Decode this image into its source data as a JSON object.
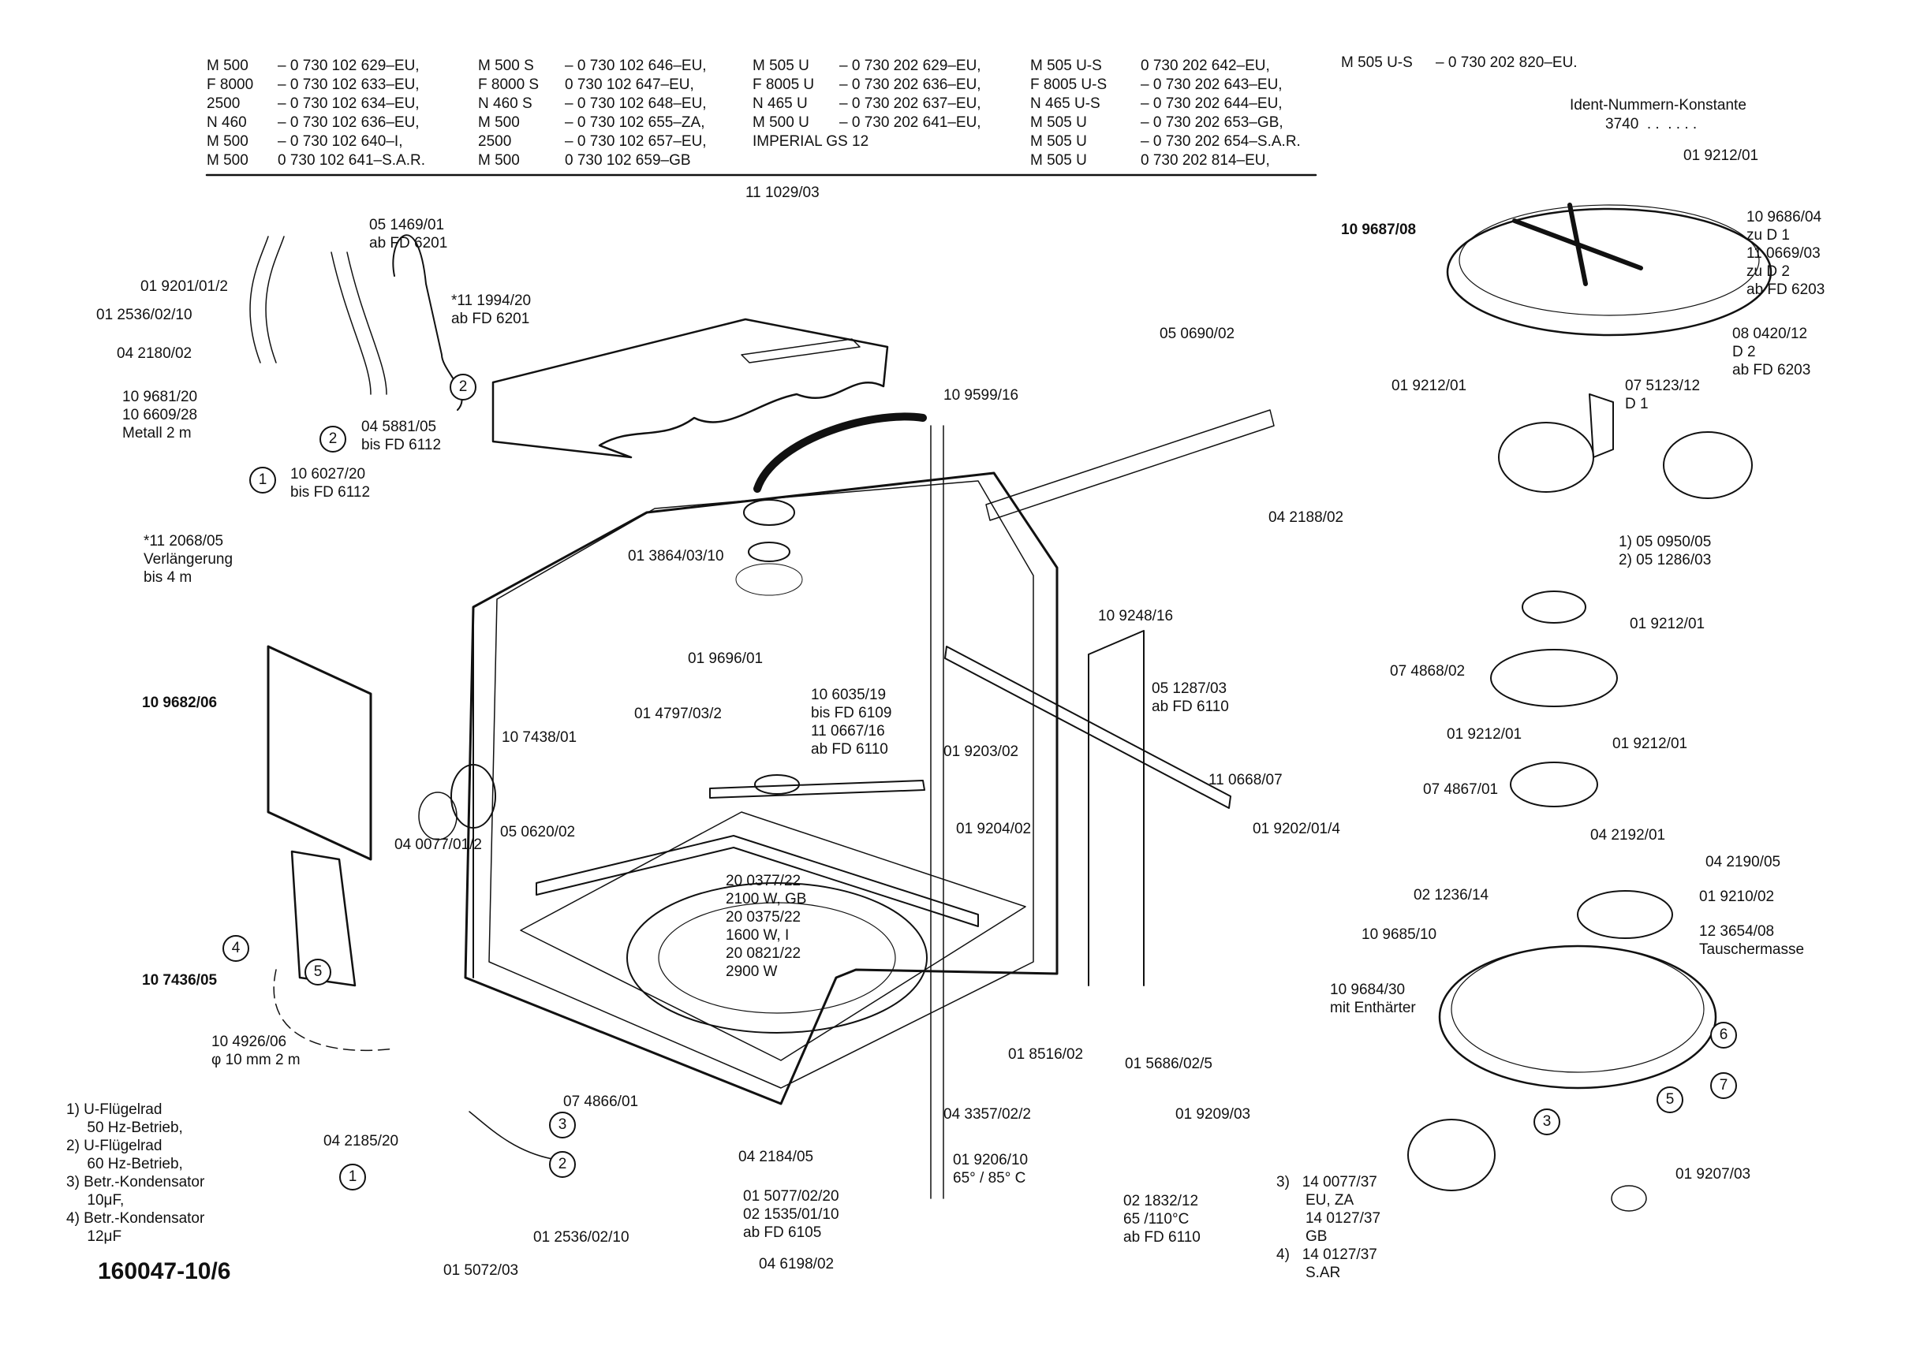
{
  "models": {
    "col1": [
      {
        "model": "M 500",
        "number": "– 0 730 102 629–EU,"
      },
      {
        "model": "F 8000",
        "number": "– 0 730 102 633–EU,"
      },
      {
        "model": "2500",
        "number": "– 0 730 102 634–EU,"
      },
      {
        "model": "N 460",
        "number": "– 0 730 102 636–EU,"
      },
      {
        "model": "M 500",
        "number": "– 0 730 102 640–I,"
      },
      {
        "model": "M 500",
        "number": "0 730 102 641–S.A.R."
      }
    ],
    "col2": [
      {
        "model": "M 500 S",
        "number": "– 0 730 102 646–EU,"
      },
      {
        "model": "F 8000 S",
        "number": "0 730 102 647–EU,"
      },
      {
        "model": "N 460 S",
        "number": "– 0 730 102 648–EU,"
      },
      {
        "model": "M 500",
        "number": "– 0 730 102 655–ZA,"
      },
      {
        "model": "2500",
        "number": "– 0 730 102 657–EU,"
      },
      {
        "model": "M 500",
        "number": "0 730 102 659–GB"
      }
    ],
    "col3": [
      {
        "model": "M 505 U",
        "number": "– 0 730 202 629–EU,"
      },
      {
        "model": "F 8005 U",
        "number": "– 0 730 202 636–EU,"
      },
      {
        "model": "N 465 U",
        "number": "– 0 730 202 637–EU,"
      },
      {
        "model": "M 500 U",
        "number": "– 0 730 202 641–EU,"
      },
      {
        "model": "IMPERIAL GS 12",
        "number": ""
      }
    ],
    "col4": [
      {
        "model": "M 505 U-S",
        "number": "0 730 202 642–EU,"
      },
      {
        "model": "F 8005 U-S",
        "number": "– 0 730 202 643–EU,"
      },
      {
        "model": "N 465 U-S",
        "number": "– 0 730 202 644–EU,"
      },
      {
        "model": "M 505 U",
        "number": "– 0 730 202 653–GB,"
      },
      {
        "model": "M 505 U",
        "number": "– 0 730 202 654–S.A.R."
      },
      {
        "model": "M 505 U",
        "number": "0 730 202 814–EU,"
      }
    ],
    "col5": [
      {
        "model": "M 505 U-S",
        "number": "– 0 730 202 820–EU."
      }
    ]
  },
  "ident": {
    "title": "Ident-Nummern-Konstante",
    "value": "3740  . .  . . . ."
  },
  "labels": {
    "l01": "11 1029/03",
    "l02": "05 1469/01\nab FD 6201",
    "l03": "01 9201/01/2",
    "l04": "01 2536/02/10",
    "l05": "04 2180/02",
    "l06": "*11 1994/20\nab FD 6201",
    "l07": "10 9681/20\n10 6609/28\nMetall 2 m",
    "l08": "04 5881/05\nbis FD 6112",
    "l09": "10 6027/20\nbis FD 6112",
    "l10": "*11 2068/05\nVerlängerung\nbis 4 m",
    "l11": "05 0690/02",
    "l12": "10 9599/16",
    "l13": "01 3864/03/10",
    "l14": "04 2188/02",
    "l15": "10 9248/16",
    "l16": "01 9696/01",
    "l17": "10 6035/19\nbis FD 6109\n11 0667/16\nab FD 6110",
    "l18": "01 4797/03/2",
    "l19": "05 1287/03\nab FD 6110",
    "l20": "01 9203/02",
    "l21": "10 9682/06",
    "l22": "10 7438/01",
    "l23": "11 0668/07",
    "l24": "01 9202/01/4",
    "l25": "04 0077/01/2",
    "l26": "05 0620/02",
    "l27": "01 9204/02",
    "l28": "20 0377/22\n2100 W, GB\n20 0375/22\n1600 W, I\n20 0821/22\n2900 W",
    "l29": "10 7436/05",
    "l30": "10 4926/06\nφ 10 mm 2 m",
    "l31": "01 8516/02",
    "l32": "01 5686/02/5",
    "l33": "07 4866/01",
    "l34": "04 3357/02/2",
    "l35": "04 2185/20",
    "l36": "04 2184/05",
    "l37": "01 9206/10\n65° / 85° C",
    "l38": "01 5077/02/20\n02 1535/01/10\nab FD 6105",
    "l39": "02 1832/12\n65 /110°C\nab FD 6110",
    "l40": "01 2536/02/10",
    "l41": "04 6198/02",
    "l42": "01 5072/03",
    "r01": "01 9212/01",
    "r02": "10 9687/08",
    "r03": "10 9686/04\nzu D 1\n11 0669/03\nzu D 2\nab FD 6203",
    "r04": "08 0420/12\nD 2\nab FD 6203",
    "r05": "01 9212/01",
    "r06": "07 5123/12\nD 1",
    "r07": "1) 05 0950/05\n2) 05 1286/03",
    "r08": "01 9212/01",
    "r09": "07 4868/02",
    "r10": "01 9212/01",
    "r11": "01 9212/01",
    "r12": "07 4867/01",
    "r13": "04 2192/01",
    "r14": "04 2190/05",
    "r15": "02 1236/14",
    "r16": "01 9210/02",
    "r17": "12 3654/08\nTauschermasse",
    "r18": "10 9685/10",
    "r19": "10 9684/30\nmit Enthärter",
    "r20": "01 9209/03",
    "r21": "01 9207/03",
    "r22": "3)   14 0077/37\n       EU, ZA\n       14 0127/37\n       GB\n4)   14 0127/37\n       S.AR"
  },
  "legend": "1) U-Flügelrad\n     50 Hz-Betrieb,\n2) U-Flügelrad\n     60 Hz-Betrieb,\n3) Betr.-Kondensator\n     10μF,\n4) Betr.-Kondensator\n     12μF",
  "doc_number": "160047-10/6",
  "callouts": [
    "1",
    "2",
    "3",
    "4",
    "5",
    "6",
    "7"
  ]
}
